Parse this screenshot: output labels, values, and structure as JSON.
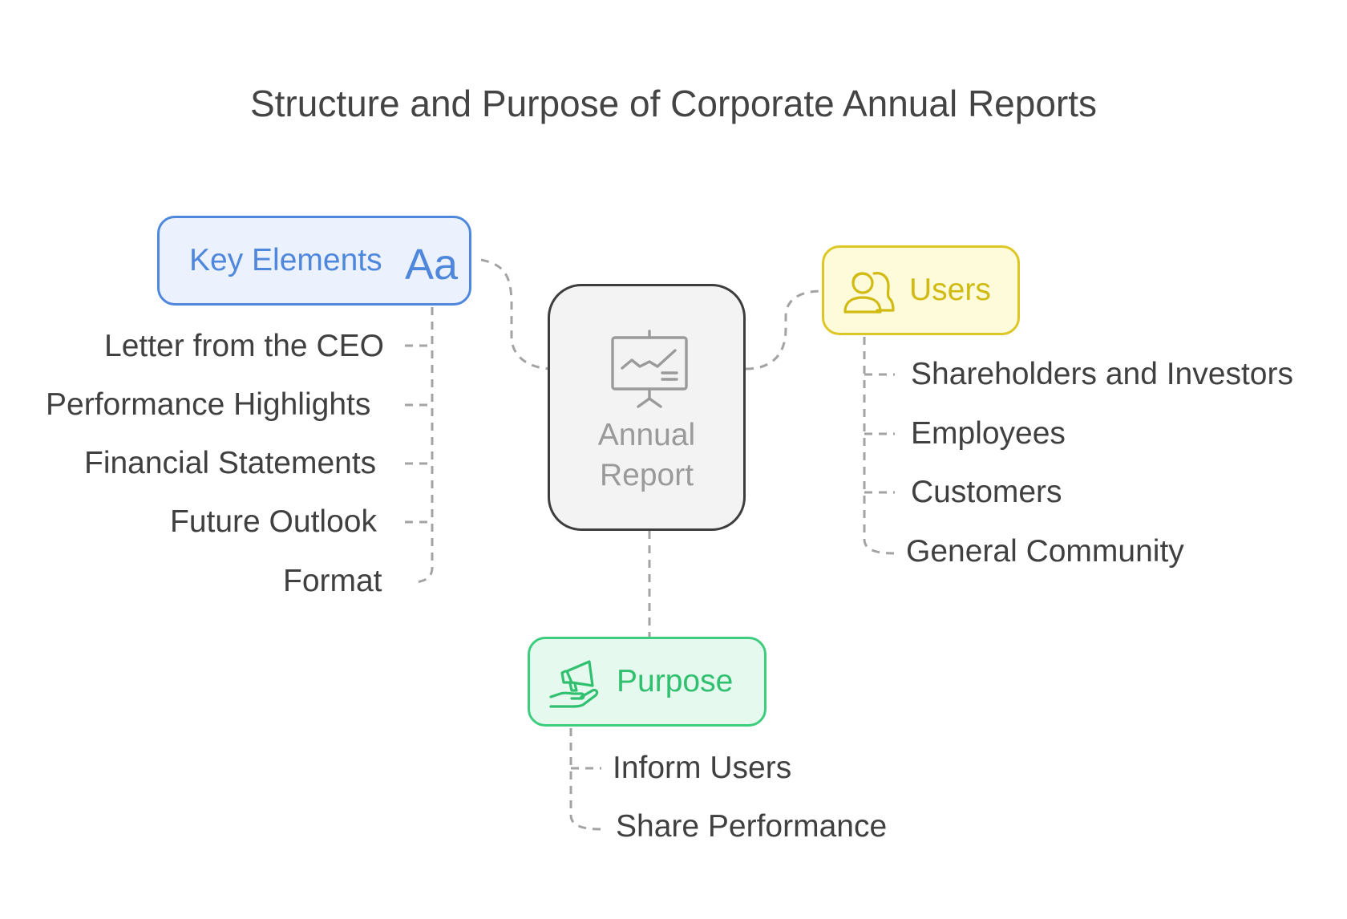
{
  "title": "Structure and Purpose of Corporate Annual Reports",
  "center": {
    "label": "Annual Report",
    "icon": "presentation-chart-icon"
  },
  "key_elements": {
    "label": "Key Elements",
    "icon": "typography-icon",
    "color": "#4f87dc",
    "icon_text": "Aa",
    "items": [
      "Letter from the CEO",
      "Performance Highlights",
      "Financial Statements",
      "Future Outlook",
      "Format"
    ]
  },
  "users": {
    "label": "Users",
    "icon": "users-icon",
    "color": "#dcc724",
    "items": [
      "Shareholders and Investors",
      "Employees",
      "Customers",
      "General Community"
    ]
  },
  "purpose": {
    "label": "Purpose",
    "icon": "megaphone-hand-icon",
    "color": "#3ecd7e",
    "items": [
      "Inform Users",
      "Share Performance"
    ]
  }
}
